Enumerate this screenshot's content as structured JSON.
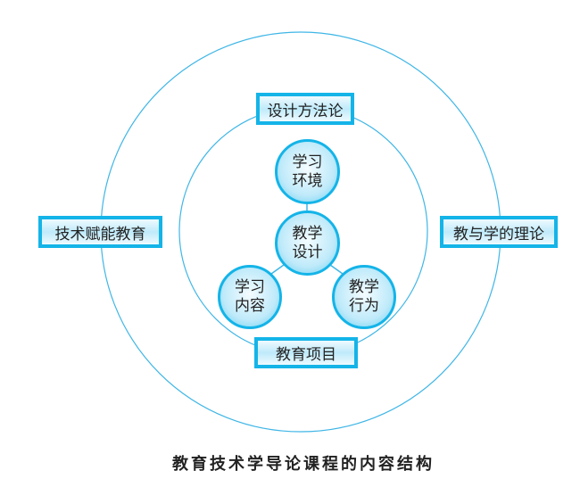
{
  "outer_labels": {
    "top": "设计方法论",
    "bottom": "教育项目",
    "left": "技术赋能教育",
    "right": "教与学的理论"
  },
  "nodes": {
    "center": [
      "教学",
      "设计"
    ],
    "top": [
      "学习",
      "环境"
    ],
    "left": [
      "学习",
      "内容"
    ],
    "right": [
      "教学",
      "行为"
    ]
  },
  "caption": "教育技术学导论课程的内容结构",
  "colors": {
    "accent": "#14b4e8",
    "ring": "#3fb6e6"
  }
}
